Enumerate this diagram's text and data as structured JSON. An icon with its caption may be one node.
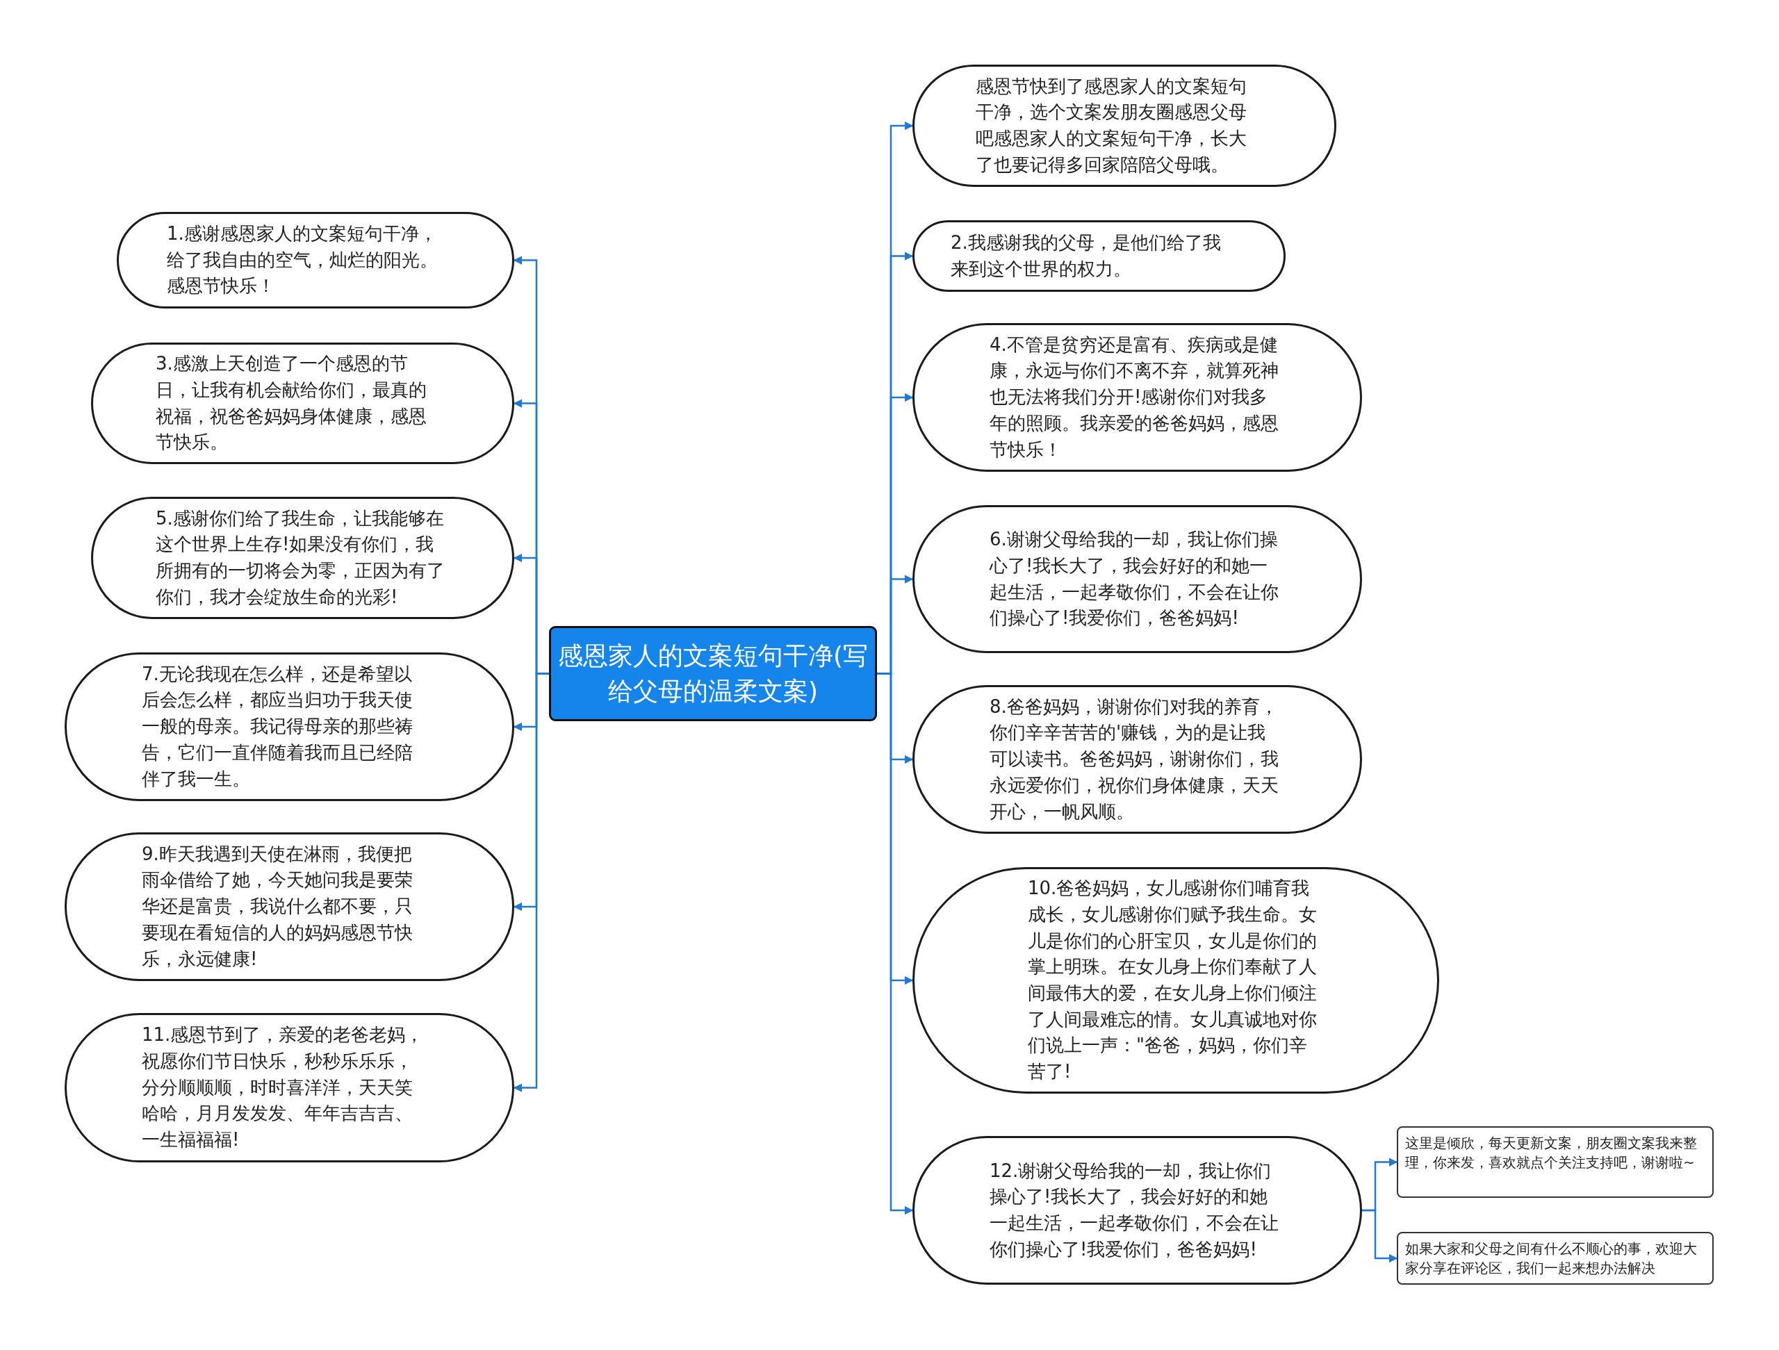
{
  "diagram": {
    "nodes": [
      {
        "text": [
          "感恩家人的文案短句干净(写给父母的温柔文案)"
        ]
      },
      {
        "text": [
          "感恩节快到了感恩家人的文案短句干净，选个文案发朋友圈感恩父母吧感恩家人的文案短句干净，长大了也要记得多回家陪陪父母哦。"
        ]
      },
      {
        "text": [
          "1.感谢感恩家人的文案短句干净，给了我自由的空气，灿烂的阳光。感恩节快乐！"
        ]
      },
      {
        "text": [
          "2.我感谢我的父母，是他们给了我来到这个世界的权力。"
        ]
      },
      {
        "text": [
          "3.感激上天创造了一个感恩的节日，让我有机会献给你们，最真的祝福，祝爸爸妈妈身体健康，感恩节快乐。"
        ]
      },
      {
        "text": [
          "4.不管是贫穷还是富有、疾病或是健康，永远与你们不离不弃，就算死神也无法将我们分开!感谢你们对我多年的照顾。我亲爱的爸爸妈妈，感恩节快乐！"
        ]
      },
      {
        "text": [
          "5.感谢你们给了我生命，让我能够在这个世界上生存!如果没有你们，我所拥有的一切将会为零，正因为有了你们，我才会绽放生命的光彩!"
        ]
      },
      {
        "text": [
          "6.谢谢父母给我的一却，我让你们操心了!我长大了，我会好好的和她一起生活，一起孝敬你们，不会在让你们操心了!我爱你们，爸爸妈妈!"
        ]
      },
      {
        "text": [
          "7.无论我现在怎么样，还是希望以后会怎么样，都应当归功于我天使一般的母亲。我记得母亲的那些祷告，它们一直伴随着我而且已经陪伴了我一生。"
        ]
      },
      {
        "text": [
          "8.爸爸妈妈，谢谢你们对我的养育，你们辛辛苦苦的'赚钱，为的是让我可以读书。爸爸妈妈，谢谢你们，我永远爱你们，祝你们身体健康，天天开心，一帆风顺。"
        ]
      },
      {
        "text": [
          "9.昨天我遇到天使在淋雨，我便把雨伞借给了她，今天她问我是要荣华还是富贵，我说什么都不要，只要现在看短信的人的妈妈感恩节快乐，永远健康!"
        ]
      },
      {
        "text": [
          "10.爸爸妈妈，女儿感谢你们哺育我成长，女儿感谢你们赋予我生命。女儿是你们的心肝宝贝，女儿是你们的掌上明珠。在女儿身上你们奉献了人间最伟大的爱，在女儿身上你们倾注了人间最难忘的情。女儿真诚地对你们说上一声：\"爸爸，妈妈，你们辛苦了!"
        ]
      },
      {
        "text": [
          "11.感恩节到了，亲爱的老爸老妈，祝愿你们节日快乐，秒秒乐乐乐，分分顺顺顺，时时喜洋洋，天天笑哈哈，月月发发发、年年吉吉吉、一生福福福!"
        ]
      },
      {
        "text": [
          "12.谢谢父母给我的一却，我让你们操心了!我长大了，我会好好的和她一起生活，一起孝敬你们，不会在让你们操心了!我爱你们，爸爸妈妈!"
        ]
      },
      {
        "text": [
          "这里是倾欣，每天更新文案，朋友圈文案我来整理，你来发，喜欢就点个关注支持吧，谢谢啦~"
        ]
      },
      {
        "text": [
          "如果大家和父母之间有什么不顺心的事，欢迎大家分享在评论区，我们一起来想办法解决"
        ]
      }
    ],
    "edges": [
      {
        "from": 0,
        "to": 1,
        "arrow": "to"
      },
      {
        "from": 0,
        "to": 2,
        "arrow": "to"
      },
      {
        "from": 0,
        "to": 3,
        "arrow": "to"
      },
      {
        "from": 0,
        "to": 4,
        "arrow": "to"
      },
      {
        "from": 0,
        "to": 5,
        "arrow": "to"
      },
      {
        "from": 0,
        "to": 6,
        "arrow": "to"
      },
      {
        "from": 0,
        "to": 7,
        "arrow": "to"
      },
      {
        "from": 0,
        "to": 8,
        "arrow": "to"
      },
      {
        "from": 0,
        "to": 9,
        "arrow": "to"
      },
      {
        "from": 0,
        "to": 10,
        "arrow": "to"
      },
      {
        "from": 0,
        "to": 11,
        "arrow": "to"
      },
      {
        "from": 0,
        "to": 12,
        "arrow": "to"
      },
      {
        "from": 0,
        "to": 13,
        "arrow": "to"
      },
      {
        "from": 13,
        "to": 14,
        "arrow": "to"
      },
      {
        "from": 13,
        "to": 15,
        "arrow": "to"
      }
    ]
  }
}
